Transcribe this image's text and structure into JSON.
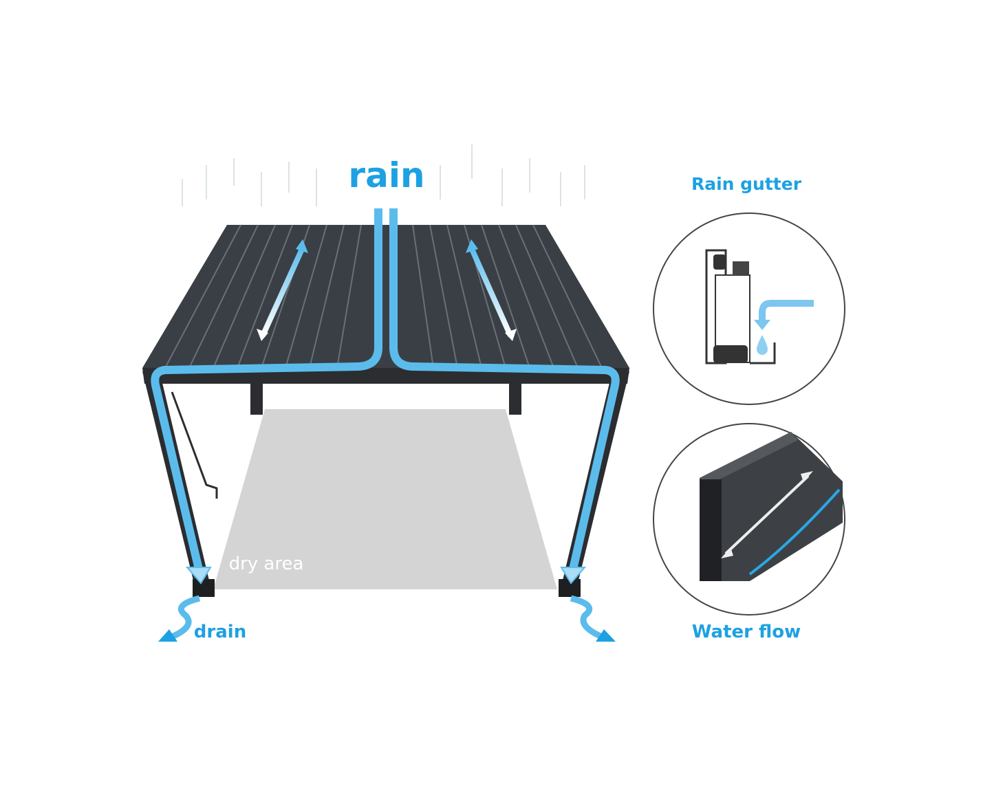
{
  "labels": {
    "rain": "rain",
    "dry_area": "dry area",
    "drain": "drain",
    "rain_gutter": "Rain gutter",
    "water_flow": "Water flow"
  },
  "colors": {
    "accent_blue": "#1da1e2",
    "channel_blue": "#5bbcec",
    "roof_dark": "#3a3f45",
    "frame_dark": "#2b2d30",
    "dry_area_gray": "#d4d4d4"
  }
}
